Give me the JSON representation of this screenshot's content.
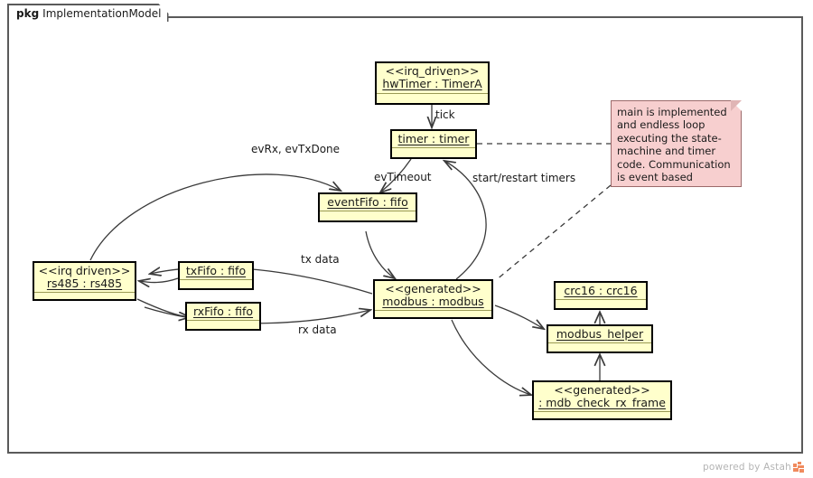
{
  "package": {
    "keyword": "pkg",
    "name": "ImplementationModel"
  },
  "nodes": [
    {
      "id": "hwTimer",
      "stereotype": "<<irq_driven>>",
      "name": "hwTimer : TimerA"
    },
    {
      "id": "timer",
      "stereotype": "",
      "name": "timer : timer"
    },
    {
      "id": "eventFifo",
      "stereotype": "",
      "name": "eventFifo : fifo"
    },
    {
      "id": "rs485",
      "stereotype": "<<irq driven>>",
      "name": "rs485 : rs485"
    },
    {
      "id": "txFifo",
      "stereotype": "",
      "name": "txFifo : fifo"
    },
    {
      "id": "rxFifo",
      "stereotype": "",
      "name": "rxFifo : fifo"
    },
    {
      "id": "modbus",
      "stereotype": "<<generated>>",
      "name": "modbus : modbus"
    },
    {
      "id": "crc16",
      "stereotype": "",
      "name": "crc16 : crc16"
    },
    {
      "id": "helper",
      "stereotype": "",
      "name": "modbus_helper"
    },
    {
      "id": "mdbcheck",
      "stereotype": "<<generated>>",
      "name": ": mdb_check_rx_frame"
    }
  ],
  "note": {
    "lines": [
      "main is implemented",
      "and endless loop",
      "executing the state-",
      "machine and timer",
      "code. Communication",
      "is event based"
    ]
  },
  "edge_labels": [
    {
      "id": "tick",
      "text": "tick"
    },
    {
      "id": "evrx",
      "text": "evRx, evTxDone"
    },
    {
      "id": "evtimeout",
      "text": "evTimeout"
    },
    {
      "id": "restart",
      "text": "start/restart timers"
    },
    {
      "id": "txdata",
      "text": "tx data"
    },
    {
      "id": "rxdata",
      "text": "rx data"
    }
  ],
  "footer": {
    "text": "powered by Astah"
  },
  "colors": {
    "node_fill": "#ffffcc",
    "node_border": "#000000",
    "note_fill": "#f7cfcf",
    "note_border": "#9c6a6a",
    "edge": "#3a3a3a",
    "package_border": "#5a5a5a",
    "logo": "#f08a5d",
    "footer_text": "#b4b4b4"
  }
}
